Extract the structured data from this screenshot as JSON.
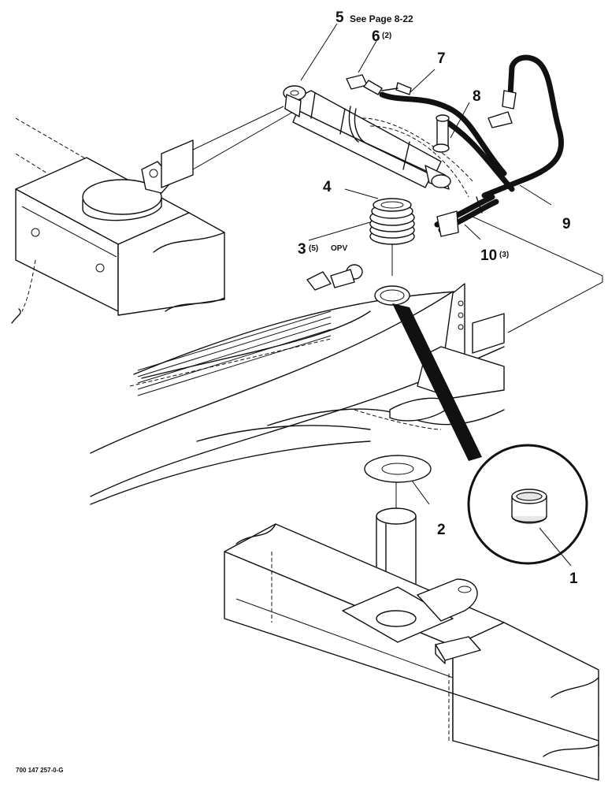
{
  "callouts": [
    {
      "id": "1",
      "number": "1"
    },
    {
      "id": "2",
      "number": "2"
    },
    {
      "id": "3",
      "number": "3",
      "qty": "(5)",
      "note": "OPV"
    },
    {
      "id": "4",
      "number": "4"
    },
    {
      "id": "5",
      "number": "5",
      "ref": "See Page 8-22"
    },
    {
      "id": "6",
      "number": "6",
      "qty": "(2)"
    },
    {
      "id": "7",
      "number": "7"
    },
    {
      "id": "8",
      "number": "8"
    },
    {
      "id": "9",
      "number": "9"
    },
    {
      "id": "10",
      "number": "10",
      "qty": "(3)"
    }
  ],
  "drawing_code": "700 147 257-0-G"
}
